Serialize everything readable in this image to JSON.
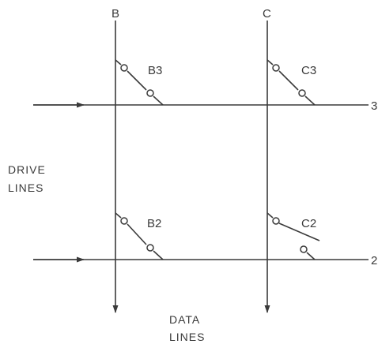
{
  "columns": [
    {
      "id": "B",
      "label": "B"
    },
    {
      "id": "C",
      "label": "C"
    }
  ],
  "rows": [
    {
      "id": "3",
      "label": "3"
    },
    {
      "id": "2",
      "label": "2"
    }
  ],
  "switches": [
    {
      "id": "B3",
      "label": "B3",
      "state": "closed"
    },
    {
      "id": "C3",
      "label": "C3",
      "state": "closed"
    },
    {
      "id": "B2",
      "label": "B2",
      "state": "closed"
    },
    {
      "id": "C2",
      "label": "C2",
      "state": "open"
    }
  ],
  "labels": {
    "drive_lines": [
      "DRIVE",
      "LINES"
    ],
    "data_lines": [
      "DATA",
      "LINES"
    ]
  }
}
